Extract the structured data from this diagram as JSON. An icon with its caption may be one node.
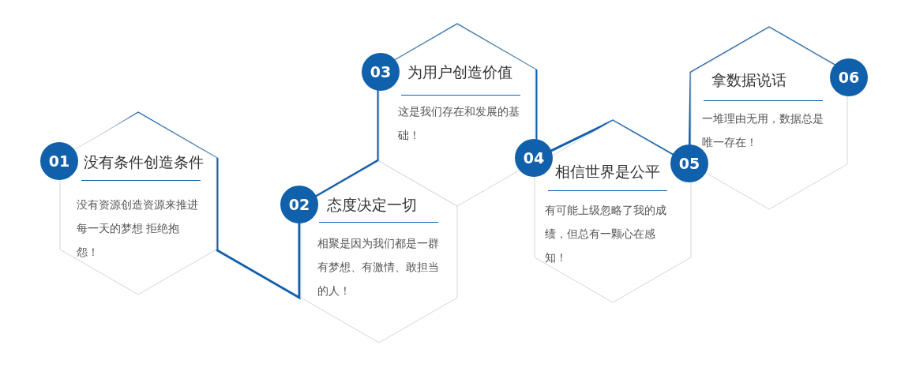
{
  "diagram": {
    "nodes": [
      {
        "text": [
          "没有条件创造条件",
          "没有资源创造资源来推进每一天的梦想 拒绝抱怨！"
        ]
      },
      {
        "text": [
          "态度决定一切",
          "相聚是因为我们都是一群有梦想、有激情、敢担当的人！"
        ]
      },
      {
        "text": [
          "为用户创造价值",
          "这是我们存在和发展的基础！"
        ]
      },
      {
        "text": [
          "相信世界是公平",
          "有可能上级忽略了我的成绩，但总有一颗心在感知！"
        ]
      },
      {
        "text": [
          "拿数据说话",
          "一堆理由无用，数据总是唯一存在！"
        ]
      },
      {
        "text": [
          "01"
        ]
      },
      {
        "text": [
          "02"
        ]
      },
      {
        "text": [
          "03"
        ]
      },
      {
        "text": [
          "04"
        ]
      },
      {
        "text": [
          "05"
        ]
      },
      {
        "text": [
          "06"
        ]
      }
    ]
  }
}
